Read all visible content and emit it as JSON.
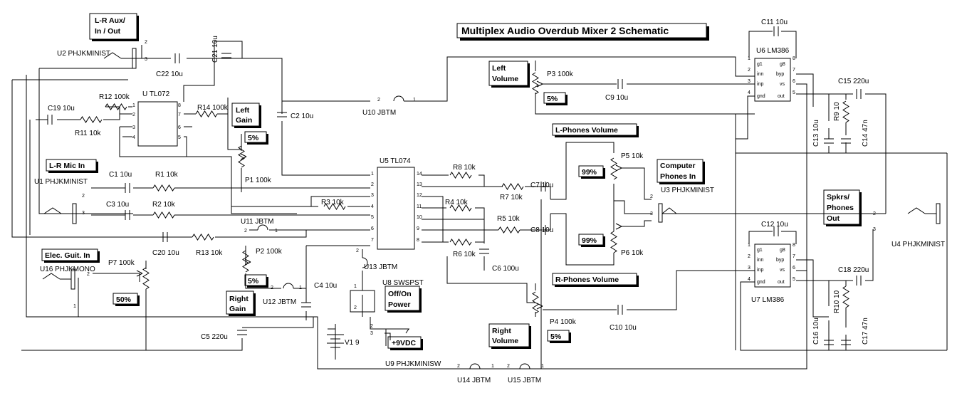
{
  "title": "Multiplex Audio Overdub Mixer 2 Schematic",
  "boxes": {
    "lr_aux": [
      "L-R Aux/",
      "In / Out"
    ],
    "left_gain": [
      "Left",
      "Gain"
    ],
    "lr_mic": "L-R Mic In",
    "elec_guit": "Elec. Guit. In",
    "right_gain": [
      "Right",
      "Gain"
    ],
    "off_on": [
      "Off/On",
      "Power"
    ],
    "left_volume": [
      "Left",
      "Volume"
    ],
    "right_volume": [
      "Right",
      "Volume"
    ],
    "l_phones": "L-Phones Volume",
    "r_phones": "R-Phones Volume",
    "computer_phones": [
      "Computer",
      "Phones In"
    ],
    "spkrs_phones": [
      "Spkrs/",
      "Phones",
      "Out"
    ],
    "plus9": "+9VDC"
  },
  "pot_settings": {
    "p1": "5%",
    "p2": "5%",
    "p3": "5%",
    "p4": "5%",
    "p5": "99%",
    "p6": "99%",
    "p7": "50%"
  },
  "components": {
    "u2": "U2 PHJKMINIST",
    "u1": "U1 PHJKMINIST",
    "u16": "U16 PHJKMONO",
    "u3": "U3 PHJKMINIST",
    "u4": "U4 PHJKMINIST",
    "u9": "U9 PHJKMINISW",
    "u_tl072": "U TL072",
    "u5": "U5 TL074",
    "u6": "U6 LM386",
    "u7": "U7 LM386",
    "u8": "U8 SWSPST",
    "u10": "U10 JBTM",
    "u11": "U11 JBTM",
    "u12": "U12 JBTM",
    "u13": "U13 JBTM",
    "u14": "U14 JBTM",
    "u15": "U15 JBTM",
    "v1": "V1 9",
    "c1": "C1 10u",
    "c2": "C2 10u",
    "c3": "C3 10u",
    "c4": "C4 10u",
    "c5": "C5 220u",
    "c6": "C6 100u",
    "c7": "C7 10u",
    "c8": "C8 10u",
    "c9": "C9 10u",
    "c10": "C10 10u",
    "c11": "C11 10u",
    "c12": "C12 10u",
    "c13": "C13 10u",
    "c14": "C14 47n",
    "c15": "C15 220u",
    "c16": "C16 10u",
    "c17": "C17 47n",
    "c18": "C18 220u",
    "c19": "C19 10u",
    "c20": "C20 10u",
    "c21": "C21 10u",
    "c22": "C22 10u",
    "r1": "R1 10k",
    "r2": "R2 10k",
    "r3": "R3 10k",
    "r4": "R4 10k",
    "r5": "R5 10k",
    "r6": "R6 10k",
    "r7": "R7 10k",
    "r8": "R8 10k",
    "r9": "R9 10",
    "r10": "R10 10",
    "r11": "R11 10k",
    "r12": "R12 100k",
    "r13": "R13 10k",
    "r14": "R14 100k",
    "p1": "P1 100k",
    "p2": "P2 100k",
    "p3": "P3 100k",
    "p4": "P4 100k",
    "p5": "P5 10k",
    "p6": "P6 10k",
    "p7": "P7 100k"
  },
  "pins": {
    "tl072_left": [
      "1",
      "2",
      "3",
      "4"
    ],
    "tl072_right": [
      "8",
      "7",
      "6",
      "5"
    ],
    "tl074_left": [
      "1",
      "2",
      "3",
      "4",
      "5",
      "6",
      "7"
    ],
    "tl074_right": [
      "14",
      "13",
      "12",
      "11",
      "10",
      "9",
      "8"
    ],
    "lm386_left": [
      "g1",
      "inn",
      "inp",
      "gnd"
    ],
    "lm386_right": [
      "g8",
      "byp",
      "vs",
      "out"
    ],
    "lm386_left_nums": [
      "1",
      "2",
      "3",
      "4"
    ],
    "lm386_right_nums": [
      "8",
      "7",
      "6",
      "5"
    ],
    "jack_pins": [
      "1",
      "2",
      "3"
    ],
    "jumper_pins": [
      "1",
      "2"
    ]
  }
}
